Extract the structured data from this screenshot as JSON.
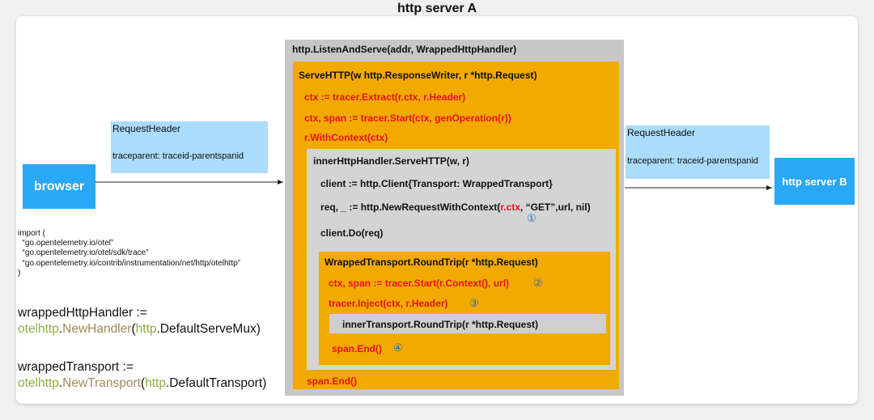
{
  "title": "http server A",
  "browser": {
    "label": "browser"
  },
  "server_b": {
    "label": "http server B"
  },
  "request_header_left": {
    "title": "RequestHeader",
    "value": "traceparent: traceid-parentspanid"
  },
  "request_header_right": {
    "title": "RequestHeader",
    "value": "traceparent: traceid-parentspanid"
  },
  "imports": [
    "import (",
    "  “go.opentelemetry.io/otel”",
    "  “go.opentelemetry.io/otel/sdk/trace”",
    "  “go.opentelemetry.io/contrib/instrumentation/net/http/otelhttp”",
    ")"
  ],
  "wrapped_handler": {
    "line1": "wrappedHttpHandler :=",
    "pkg": "otelhttp",
    "dot1": ".",
    "fn": "NewHandler",
    "paren": "(",
    "pkg2": "http",
    "rest": ".DefaultServeMux)"
  },
  "wrapped_transport": {
    "line1": "wrappedTransport :=",
    "pkg": "otelhttp",
    "dot1": ".",
    "fn": "NewTransport",
    "paren": "(",
    "pkg2": "http",
    "rest": ".DefaultTransport)"
  },
  "server": {
    "listen": "http.ListenAndServe(addr, WrappedHttpHandler)",
    "serve_http": "ServeHTTP(w http.ResponseWriter, r *http.Request)",
    "extract": "ctx := tracer.Extract(r.ctx, r.Header)",
    "start": "ctx, span := tracer.Start(ctx, genOperation(r))",
    "with_context": "r.WithContext(ctx)",
    "inner_serve": "innerHttpHandler.ServeHTTP(w, r)",
    "client": "client := http.Client{Transport: WrappedTransport}",
    "req_prefix": "req, _ := http.NewRequestWithContext(",
    "req_ctx": "r.ctx",
    "req_suffix": ", “GET”,url, nil)",
    "marker1": "①",
    "client_do": "client.Do(req)",
    "roundtrip": "WrappedTransport.RoundTrip(r *http.Request)",
    "rt_start": "ctx, span := tracer.Start(r.Context(), url)",
    "marker2": "②",
    "inject": "tracer.Inject(ctx, r.Header)",
    "marker3": "③",
    "inner_roundtrip": "innerTransport.RoundTrip(r *http.Request)",
    "span_end_inner": "span.End()",
    "marker4": "④",
    "span_end_outer": "span.End()"
  },
  "colors": {
    "blue": "#29a8f5",
    "light_blue": "#aadcfb",
    "orange": "#f2a900",
    "gray": "#c7c7c7",
    "red": "#e5141b",
    "marker": "#2b6cb7",
    "pkg_green": "#8fad3c",
    "fn_brown": "#9b8a5b"
  }
}
